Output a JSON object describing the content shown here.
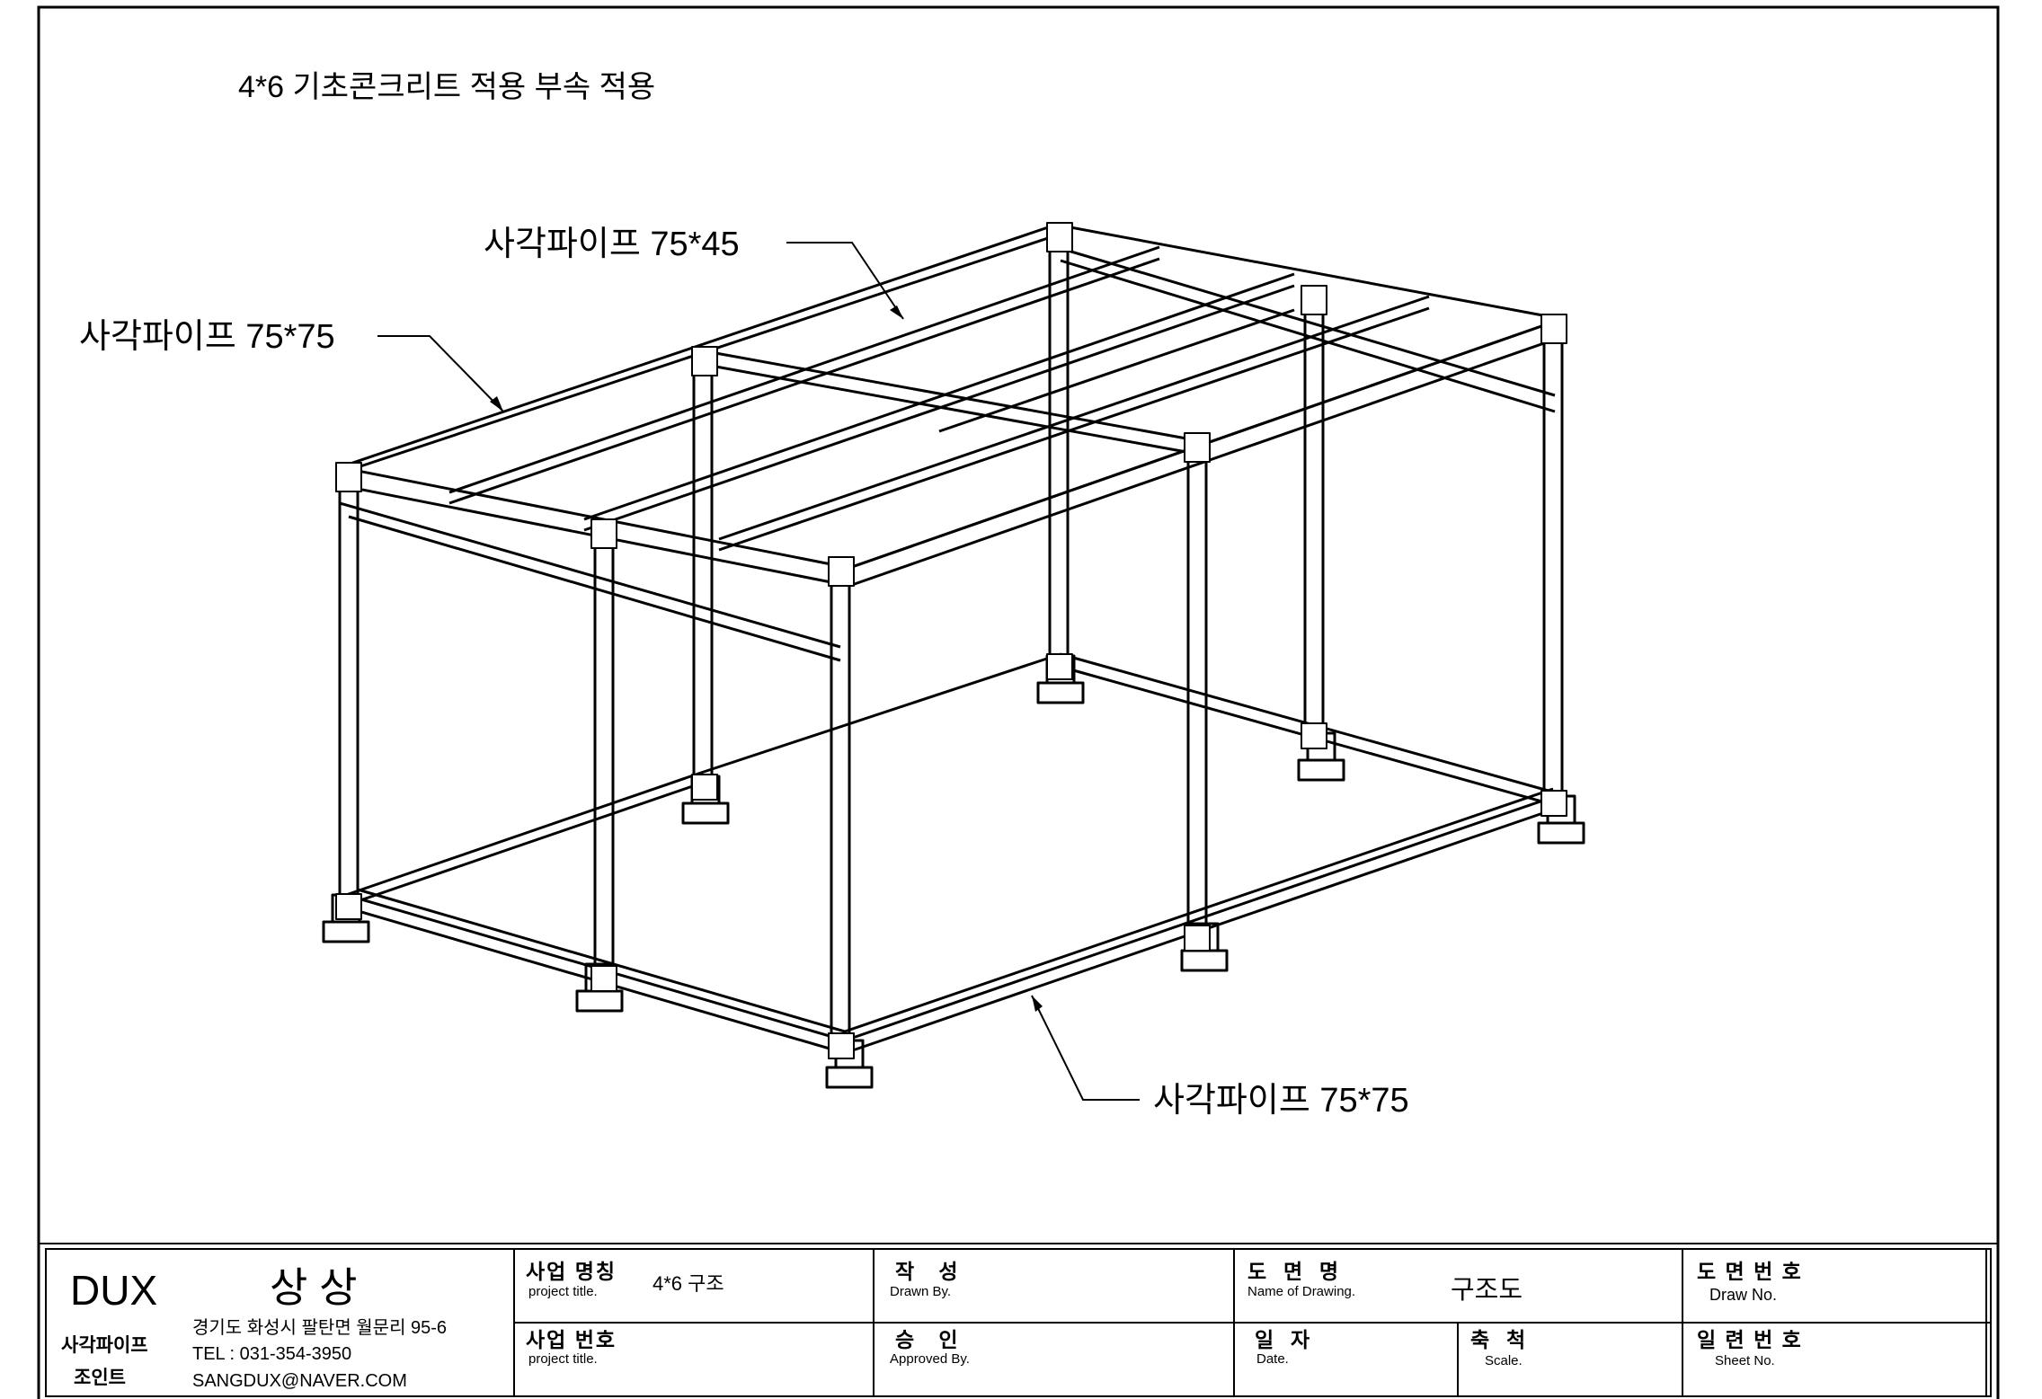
{
  "drawing": {
    "note": "4*6 기초콘크리트 적용  부속 적용",
    "callouts": {
      "top_purlin": "사각파이프 75*45",
      "top_beam": "사각파이프 75*75",
      "bottom_beam": "사각파이프 75*75"
    }
  },
  "title_block": {
    "company": {
      "brand": "DUX",
      "name": "상 상",
      "tagline_1": "사각파이프",
      "tagline_2": "조인트",
      "address": "경기도 화성시 팔탄면 월문리 95-6",
      "tel": "TEL : 031-354-3950",
      "email": "SANGDUX@NAVER.COM"
    },
    "project_title": {
      "label": "사업 명칭",
      "sub": "project title.",
      "value": "4*6  구조"
    },
    "project_number": {
      "label": "사업 번호",
      "sub": "project title.",
      "value": ""
    },
    "drawn_by": {
      "label": "작   성",
      "sub": "Drawn By.",
      "value": ""
    },
    "approved_by": {
      "label": "승   인",
      "sub": "Approved By.",
      "value": ""
    },
    "drawing_name": {
      "label": "도  면  명",
      "sub": "Name of Drawing.",
      "value": "구조도"
    },
    "date": {
      "label": "일  자",
      "sub": "Date.",
      "value": ""
    },
    "scale": {
      "label": "축  척",
      "sub": "Scale.",
      "value": ""
    },
    "draw_no": {
      "label": "도 면 번 호",
      "sub": "Draw No.",
      "value": ""
    },
    "sheet_no": {
      "label": "일 련 번 호",
      "sub": "Sheet No.",
      "value": ""
    }
  }
}
